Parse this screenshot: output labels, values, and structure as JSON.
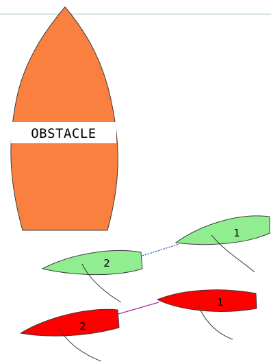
{
  "obstacle": {
    "label": "OBSTACLE",
    "color": "#fa8040",
    "label_background": "#ffffff"
  },
  "boat_pairs": [
    {
      "color": "#90ee90",
      "connector_color": "#3050d0",
      "boats": [
        {
          "label": "1"
        },
        {
          "label": "2"
        }
      ]
    },
    {
      "color": "#ff0000",
      "connector_color": "#a030a0",
      "boats": [
        {
          "label": "1"
        },
        {
          "label": "2"
        }
      ]
    }
  ],
  "colors": {
    "background": "#ffffff",
    "outline": "#3a3a3a",
    "top_rule": "#8fb3b8"
  }
}
